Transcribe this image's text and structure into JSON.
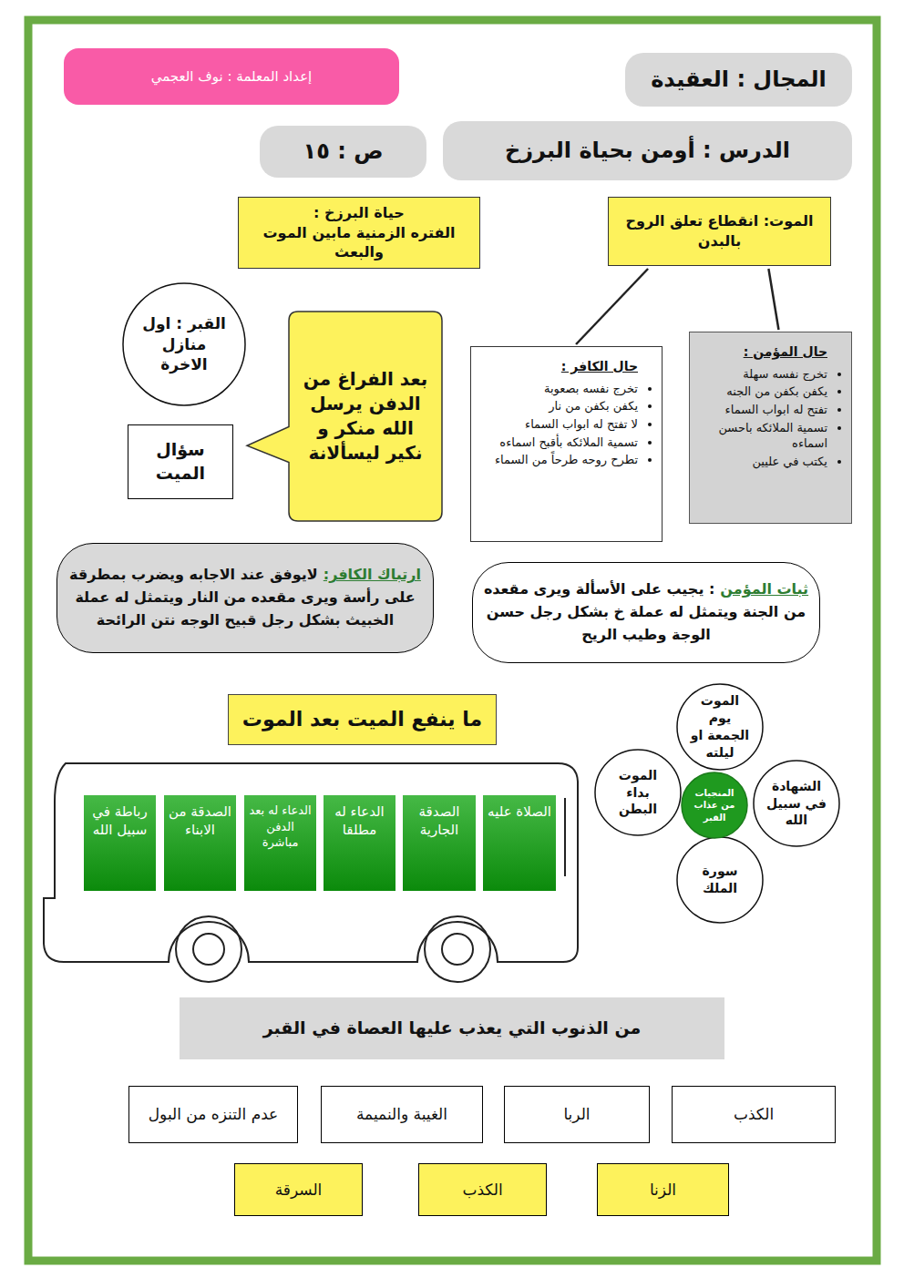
{
  "diagram": {
    "nodes": [
      {
        "text": [
          "إعداد المعلمة : نوف العجمي"
        ]
      },
      {
        "text": [
          "المجال : العقيدة"
        ]
      },
      {
        "text": [
          "الدرس : أومن بحياة البرزخ"
        ]
      },
      {
        "text": [
          "ص : ١٥"
        ]
      },
      {
        "text": [
          "الموت: انقطاع تعلق الروح بالبدن"
        ]
      },
      {
        "text": [
          "حياة البرزخ :",
          "الفتره الزمنية مابين الموت والبعث"
        ]
      },
      {
        "text": [
          "حال المؤمن :",
          "تخرج نفسه سهلة",
          "يكفن بكفن من الجنه",
          "تفتح له ابواب السماء",
          "تسمية الملائكه باحسن اسماءه",
          "يكتب في عليين"
        ]
      },
      {
        "text": [
          "حال الكافر :",
          "تخرج نفسه بصعوبة",
          "يكفن بكفن من نار",
          "لا تفتح له ابواب السماء",
          "تسمية الملائكه بأقبح اسماءه",
          "تطرح روحه طرحاً من السماء"
        ]
      },
      {
        "text": [
          "القبر : اول منازل الاخرة"
        ]
      },
      {
        "text": [
          "بعد الفراغ من الدفن يرسل الله منكر و نكير ليسألانة"
        ]
      },
      {
        "text": [
          "سؤال الميت"
        ]
      },
      {
        "text": [
          "ثبات المؤمن",
          ": يجيب على الأسألة ويرى مقعده من الجنة ويتمثل له عملة خ بشكل رجل حسن الوجة وطيب الريح"
        ]
      },
      {
        "text": [
          "ارتباك الكافر:",
          "لايوفق عند الاجابه ويضرب بمطرقة على رأسة ويرى مقعده من النار ويتمثل له عملة الخبيث بشكل رجل قبيح الوجه نتن الرائحة"
        ]
      },
      {
        "text": [
          "ما ينفع الميت بعد الموت"
        ]
      },
      {
        "text": [
          "المنجيات من عذاب القبر"
        ]
      },
      {
        "text": [
          "الموت يوم الجمعة او ليلته"
        ]
      },
      {
        "text": [
          "الشهادة في سبيل الله"
        ]
      },
      {
        "text": [
          "سورة الملك"
        ]
      },
      {
        "text": [
          "الموت بداء البطن"
        ]
      },
      {
        "text": [
          "الصلاة عليه"
        ]
      },
      {
        "text": [
          "الصدقة الجارية"
        ]
      },
      {
        "text": [
          "الدعاء له مطلقا"
        ]
      },
      {
        "text": [
          "الدعاء له بعد الدفن مباشرة"
        ]
      },
      {
        "text": [
          "الصدقة من الابناء"
        ]
      },
      {
        "text": [
          "رباطة في سبيل الله"
        ]
      },
      {
        "text": [
          "من الذنوب التي يعذب عليها العصاة في القبر"
        ]
      },
      {
        "text": [
          "الكذب"
        ]
      },
      {
        "text": [
          "الربا"
        ]
      },
      {
        "text": [
          "الغيبة والنميمة"
        ]
      },
      {
        "text": [
          "عدم التنزه من البول"
        ]
      },
      {
        "text": [
          "الزنا"
        ]
      },
      {
        "text": [
          "الكذب"
        ]
      },
      {
        "text": [
          "السرقة"
        ]
      }
    ],
    "edges": [
      {
        "from": 4,
        "to": 6,
        "arrow": "none"
      },
      {
        "from": 4,
        "to": 7,
        "arrow": "none"
      }
    ]
  }
}
